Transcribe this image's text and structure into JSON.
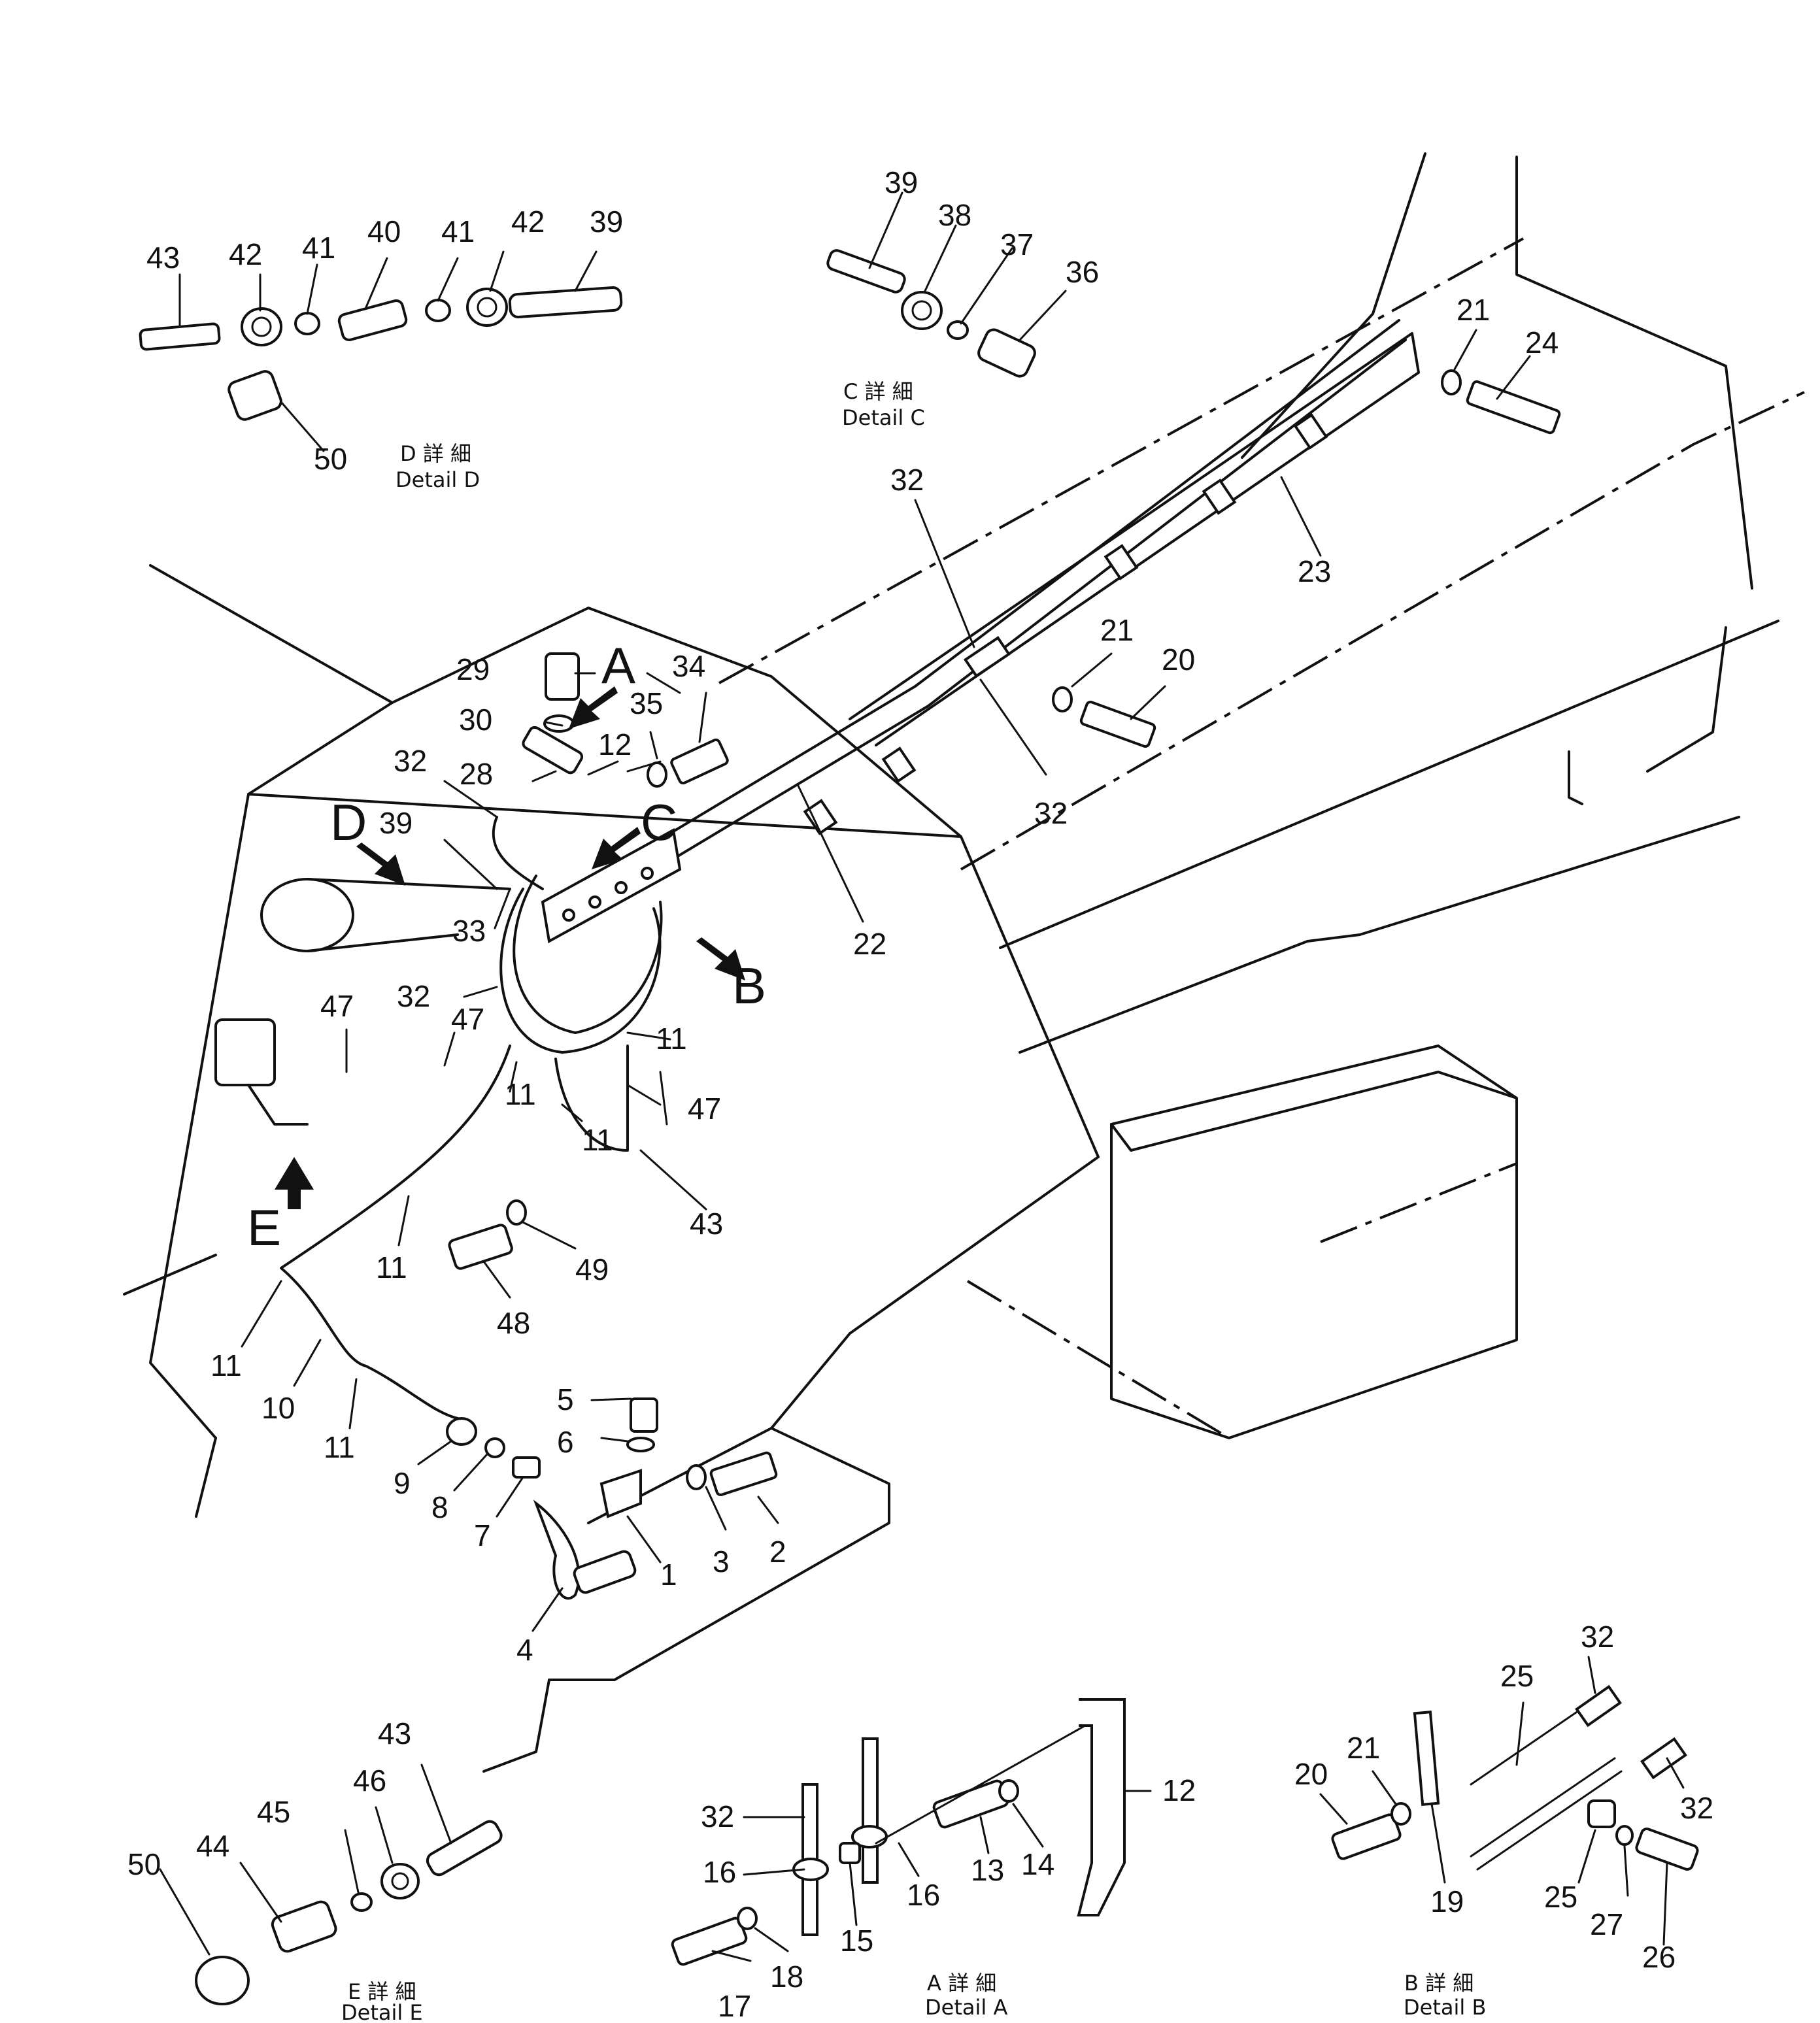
{
  "captions": {
    "detail_d_jp": "D 詳 細",
    "detail_d_en": "Detail D",
    "detail_c_jp": "C 詳 細",
    "detail_c_en": "Detail C",
    "detail_e_jp": "E 詳 細",
    "detail_e_en": "Detail E",
    "detail_a_jp": "A 詳 細",
    "detail_a_en": "Detail A",
    "detail_b_jp": "B 詳 細",
    "detail_b_en": "Detail B"
  },
  "view_letters": {
    "a": "A",
    "b": "B",
    "c": "C",
    "d": "D",
    "e": "E"
  },
  "labels": {
    "d43": "43",
    "d42a": "42",
    "d41a": "41",
    "d40": "40",
    "d41b": "41",
    "d42b": "42",
    "d39": "39",
    "d50": "50",
    "c39": "39",
    "c38": "38",
    "c37": "37",
    "c36": "36",
    "r21a": "21",
    "r24": "24",
    "r32a": "32",
    "r23": "23",
    "r21b": "21",
    "r20": "20",
    "r32b": "32",
    "r22": "22",
    "m29": "29",
    "m34": "34",
    "m35": "35",
    "m30": "30",
    "m12": "12",
    "m32a": "32",
    "m28": "28",
    "m39": "39",
    "m33": "33",
    "m32b": "32",
    "m47a": "47",
    "m47b": "47",
    "m11a": "11",
    "m11b": "11",
    "m11c": "11",
    "m47c": "47",
    "m43": "43",
    "m11d": "11",
    "m49": "49",
    "m48": "48",
    "m11e": "11",
    "m10": "10",
    "m11f": "11",
    "m5": "5",
    "m6": "6",
    "m9": "9",
    "m8": "8",
    "m7": "7",
    "m3": "3",
    "m2": "2",
    "m1": "1",
    "m4": "4",
    "e43": "43",
    "e46": "46",
    "e45": "45",
    "e44": "44",
    "e50": "50",
    "a32": "32",
    "a16a": "16",
    "a12": "12",
    "a13": "13",
    "a14": "14",
    "a16b": "16",
    "a15": "15",
    "a17": "17",
    "a18": "18",
    "b32a": "32",
    "b25a": "25",
    "b21": "21",
    "b20": "20",
    "b19": "19",
    "b32b": "32",
    "b25b": "25",
    "b27": "27",
    "b26": "26"
  }
}
